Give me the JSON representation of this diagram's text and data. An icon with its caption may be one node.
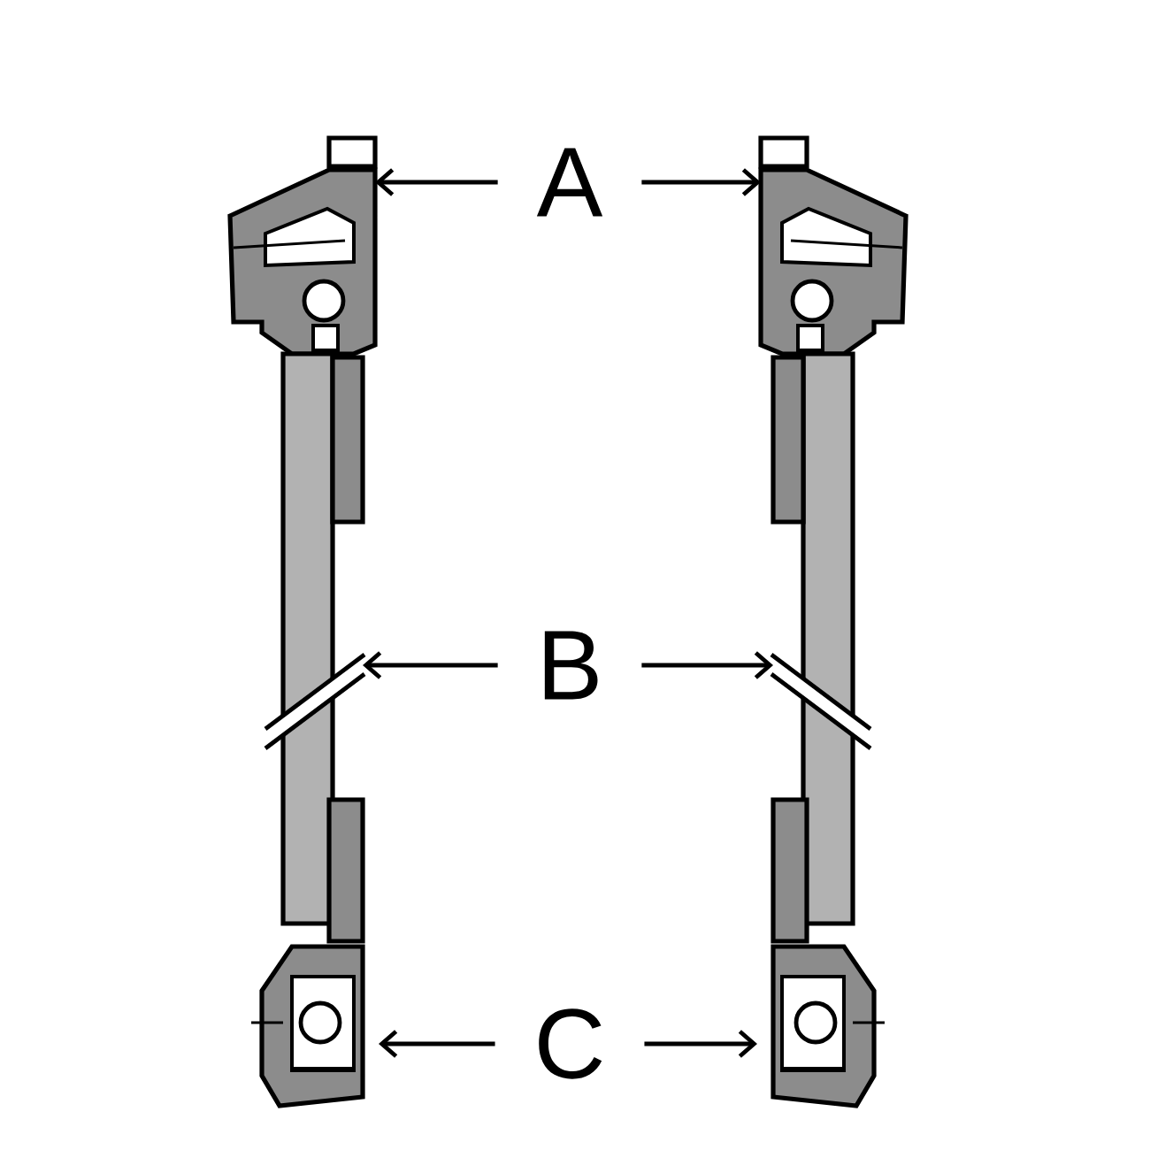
{
  "diagram": {
    "nodes": [
      {
        "text": [],
        "shape": "picture"
      },
      {
        "text": [
          "A"
        ]
      },
      {
        "text": [],
        "shape": "picture"
      },
      {
        "text": [],
        "shape": "picture"
      },
      {
        "text": [
          "B"
        ]
      },
      {
        "text": [],
        "shape": "picture"
      },
      {
        "text": [],
        "shape": "picture"
      },
      {
        "text": [
          "C"
        ]
      },
      {
        "text": [],
        "shape": "picture"
      }
    ],
    "edges": [
      {
        "from": 1,
        "to": 0,
        "arrow": "to"
      },
      {
        "from": 1,
        "to": 2,
        "arrow": "to"
      },
      {
        "from": 4,
        "to": 3,
        "arrow": "to"
      },
      {
        "from": 4,
        "to": 5,
        "arrow": "to"
      },
      {
        "from": 7,
        "to": 6,
        "arrow": "to"
      },
      {
        "from": 7,
        "to": 8,
        "arrow": "to"
      }
    ]
  }
}
